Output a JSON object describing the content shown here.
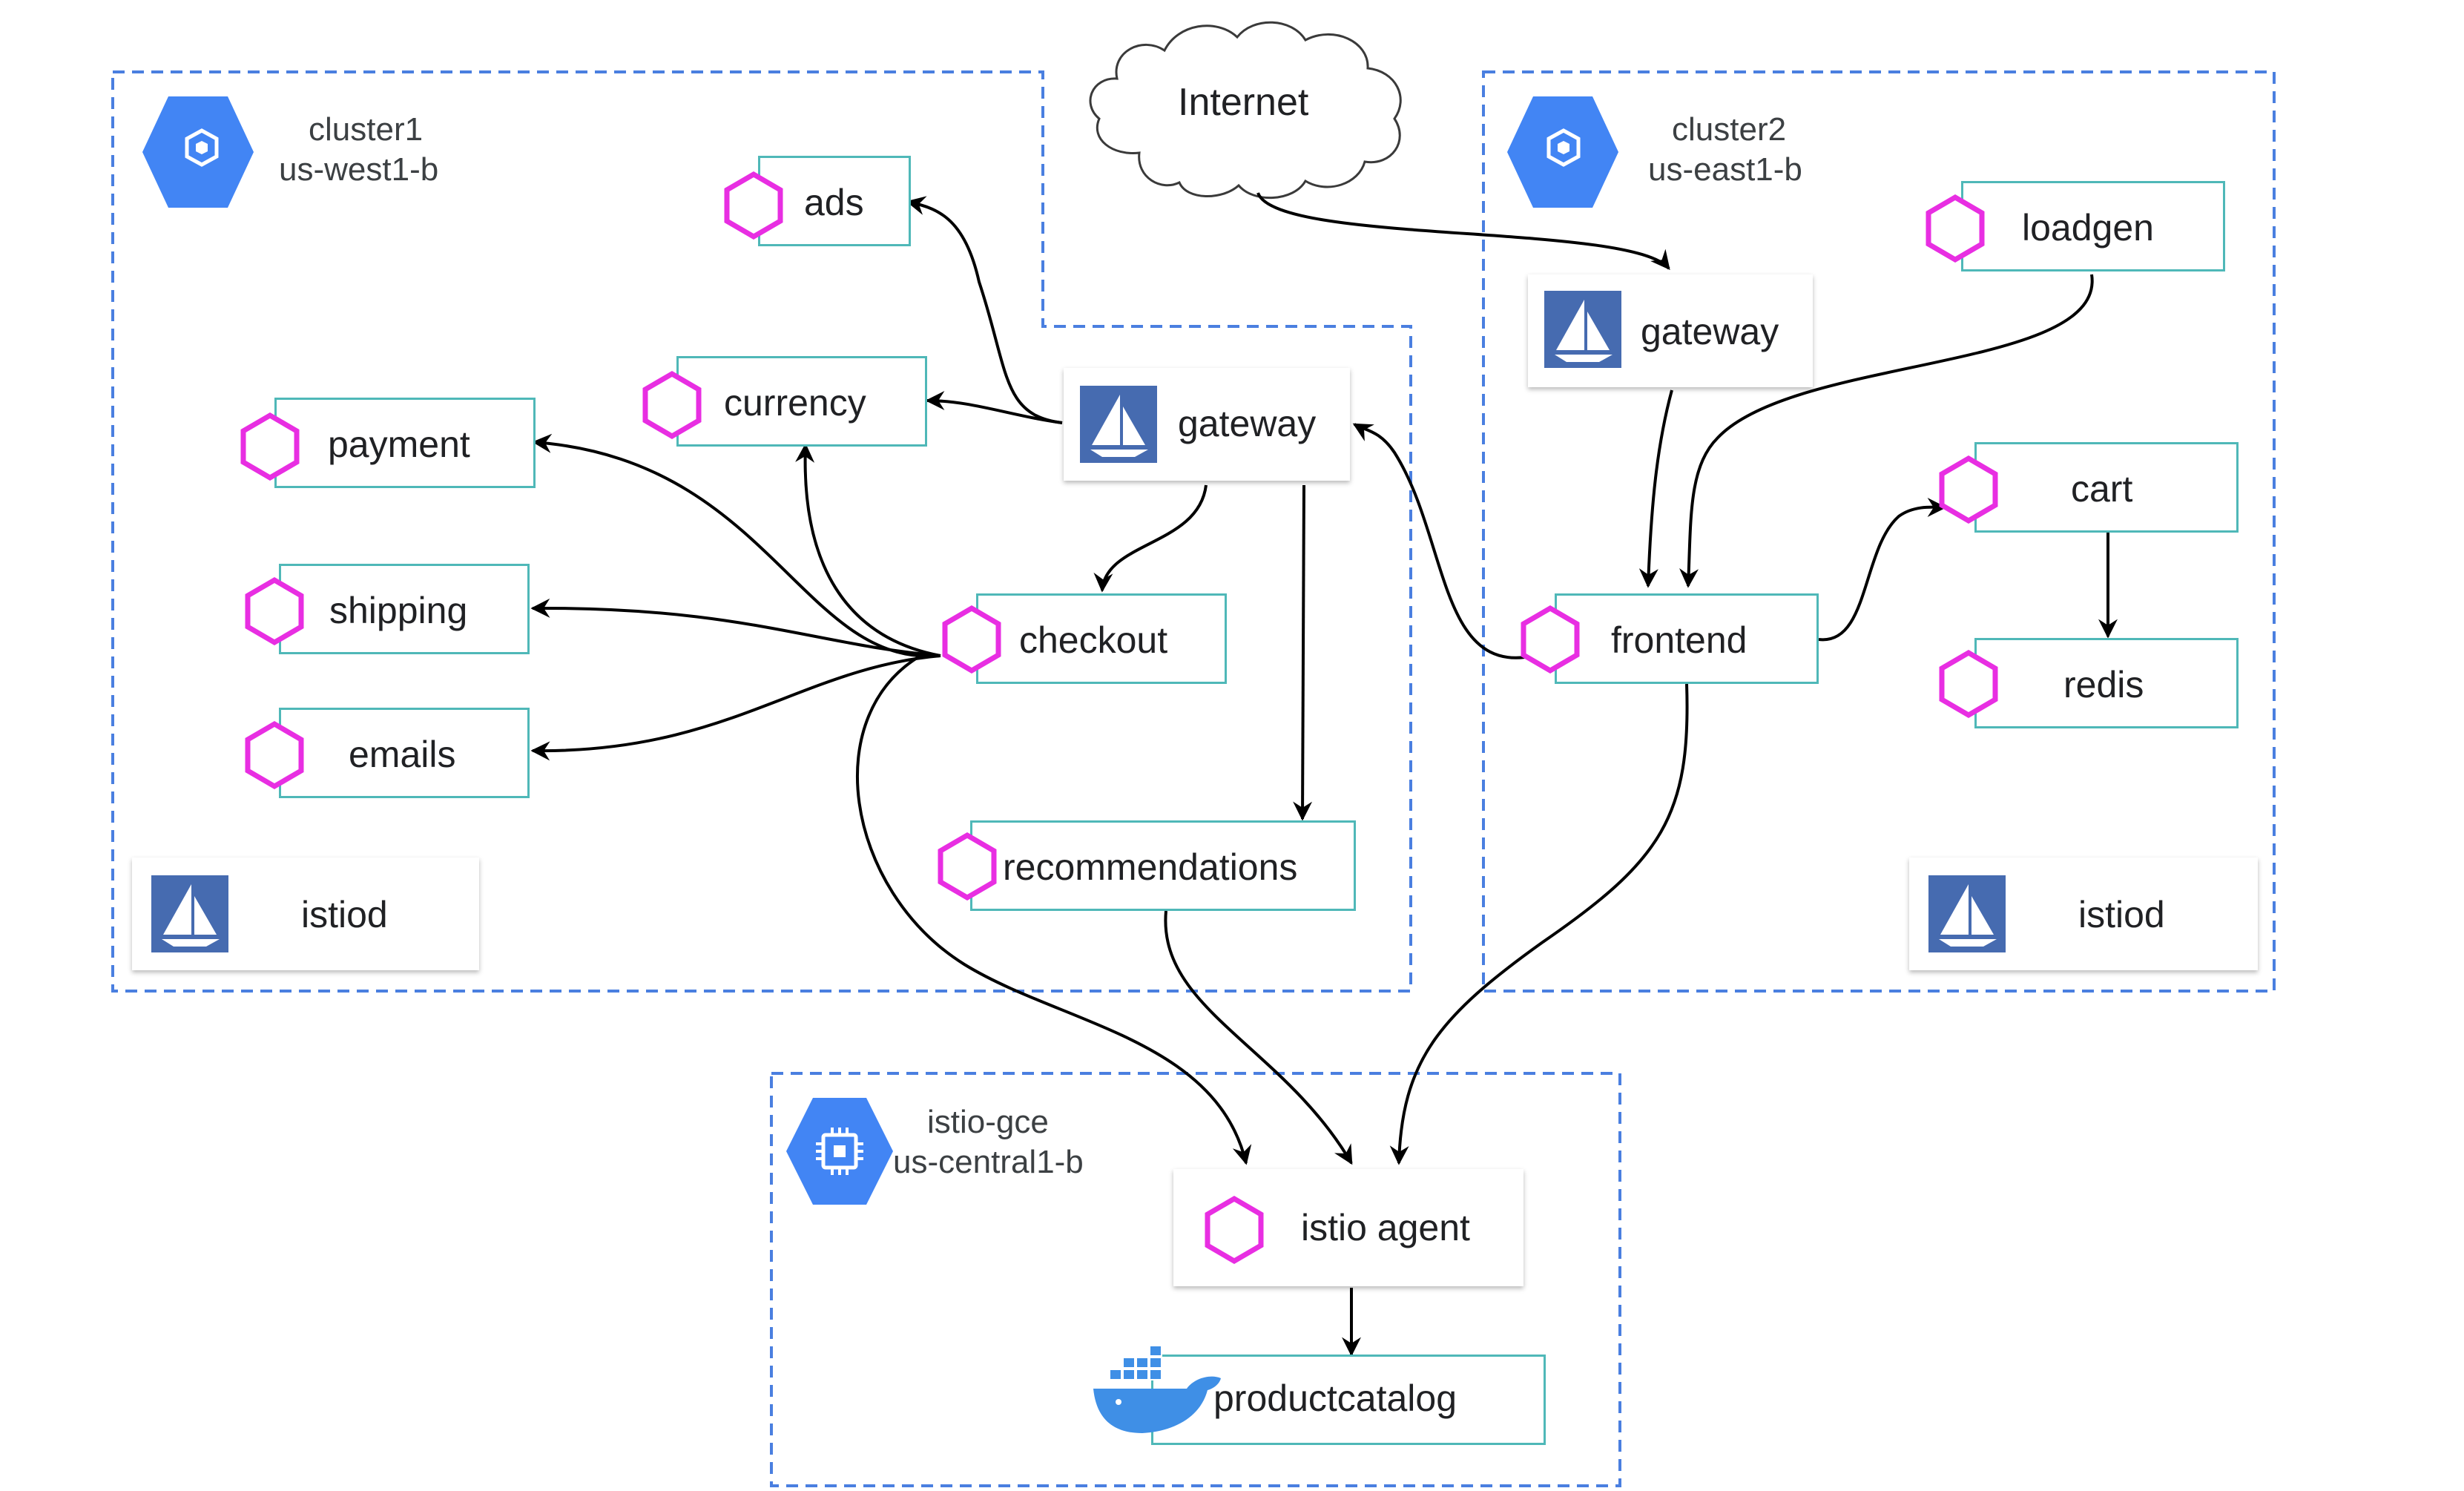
{
  "diagram": {
    "internet": {
      "label": "Internet"
    },
    "cluster1": {
      "name": "cluster1",
      "zone": "us-west1-b",
      "icon": "kubernetes-engine-icon",
      "gateway": {
        "label": "gateway",
        "icon": "istio-sail-icon"
      },
      "istiod": {
        "label": "istiod",
        "icon": "istio-sail-icon"
      },
      "services": {
        "ads": "ads",
        "currency": "currency",
        "payment": "payment",
        "shipping": "shipping",
        "emails": "emails",
        "checkout": "checkout",
        "recommendations": "recommendations"
      }
    },
    "cluster2": {
      "name": "cluster2",
      "zone": "us-east1-b",
      "icon": "kubernetes-engine-icon",
      "gateway": {
        "label": "gateway",
        "icon": "istio-sail-icon"
      },
      "istiod": {
        "label": "istiod",
        "icon": "istio-sail-icon"
      },
      "services": {
        "loadgen": "loadgen",
        "frontend": "frontend",
        "cart": "cart",
        "redis": "redis"
      }
    },
    "vm": {
      "name": "istio-gce",
      "zone": "us-central1-b",
      "icon": "compute-engine-icon",
      "agent": {
        "label": "istio agent"
      },
      "productcatalog": {
        "label": "productcatalog",
        "icon": "docker-whale-icon"
      }
    },
    "colors": {
      "boundary": "#4a7fe0",
      "service_border": "#4fb8b8",
      "hexagon": "#e82ee2",
      "gcp_blue": "#4285f4",
      "istio_navy": "#466bb0",
      "docker_blue": "#3f8fe6",
      "arrow": "#000000",
      "text": "#202124",
      "subtext": "#3c4043"
    }
  }
}
